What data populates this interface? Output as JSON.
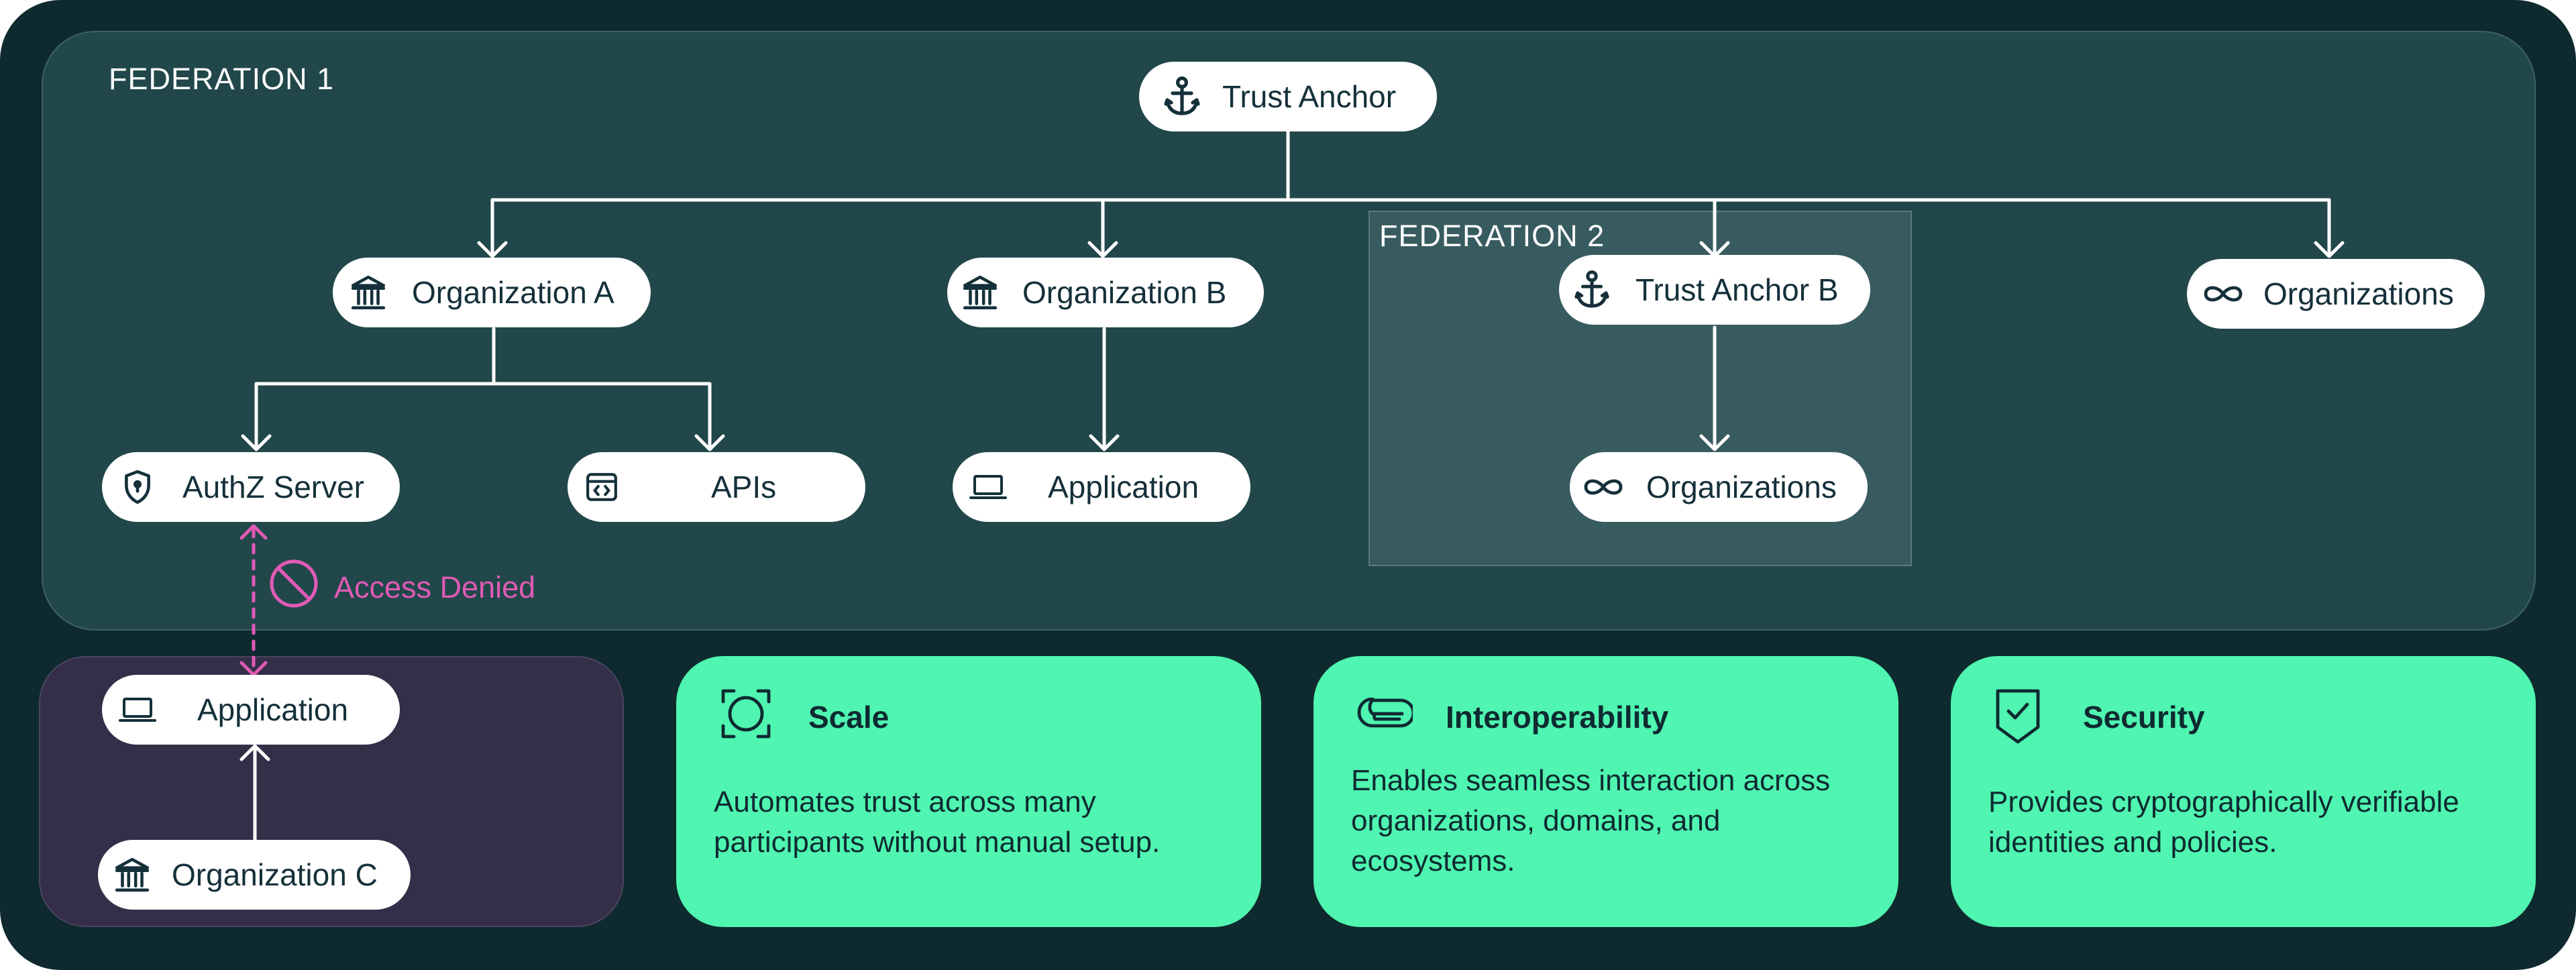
{
  "federations": {
    "primary": "FEDERATION 1",
    "nested": "FEDERATION 2"
  },
  "nodes": {
    "trust_anchor": "Trust Anchor",
    "org_a": "Organization A",
    "org_b": "Organization B",
    "trust_anchor_b": "Trust Anchor B",
    "organizations_right": "Organizations",
    "authz_server": "AuthZ Server",
    "apis": "APIs",
    "application_b": "Application",
    "organizations_fed2": "Organizations",
    "application_c": "Application",
    "org_c": "Organization C"
  },
  "access": {
    "denied_label": "Access Denied"
  },
  "cards": [
    {
      "title": "Scale",
      "description": "Automates trust across many participants without manual setup.",
      "icon": "frame-scan-icon"
    },
    {
      "title": "Interoperability",
      "description": "Enables seamless interaction across organizations, domains, and ecosystems.",
      "icon": "paperclip-icon"
    },
    {
      "title": "Security",
      "description": "Provides cryptographically verifiable identities and policies.",
      "icon": "shield-check-icon"
    }
  ],
  "colors": {
    "background": "#0e2a2e",
    "federation_1": "#21474a",
    "federation_2": "#385b60",
    "outside_region": "#342e48",
    "node": "#ffffff",
    "connector": "#ffffff",
    "denied": "#e05bb5",
    "card": "#4ff5b0",
    "text_dark": "#15303a"
  }
}
